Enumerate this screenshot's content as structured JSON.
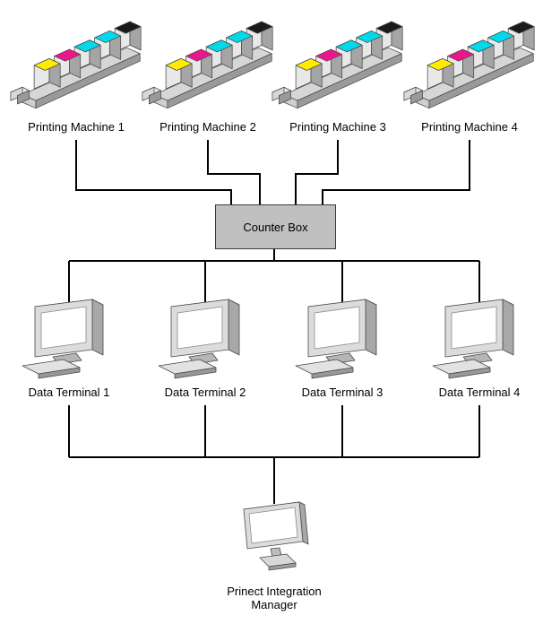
{
  "machines": [
    {
      "label": "Printing Machine 1"
    },
    {
      "label": "Printing Machine 2"
    },
    {
      "label": "Printing Machine 3"
    },
    {
      "label": "Printing Machine 4"
    }
  ],
  "counter_box": {
    "label": "Counter Box"
  },
  "terminals": [
    {
      "label": "Data Terminal 1"
    },
    {
      "label": "Data Terminal 2"
    },
    {
      "label": "Data Terminal 3"
    },
    {
      "label": "Data Terminal 4"
    }
  ],
  "manager": {
    "label_line1": "Prinect Integration",
    "label_line2": "Manager"
  },
  "icons": {
    "printing_machine": "printing-press-icon",
    "data_terminal": "desktop-terminal-icon",
    "integration_manager": "workstation-icon"
  },
  "colors": {
    "ink_yellow": "#ffec00",
    "ink_magenta": "#ec168c",
    "ink_cyan": "#00d9e9",
    "ink_black": "#1a1a1a",
    "counter_box_fill": "#c0c0c0",
    "connector": "#000000"
  }
}
